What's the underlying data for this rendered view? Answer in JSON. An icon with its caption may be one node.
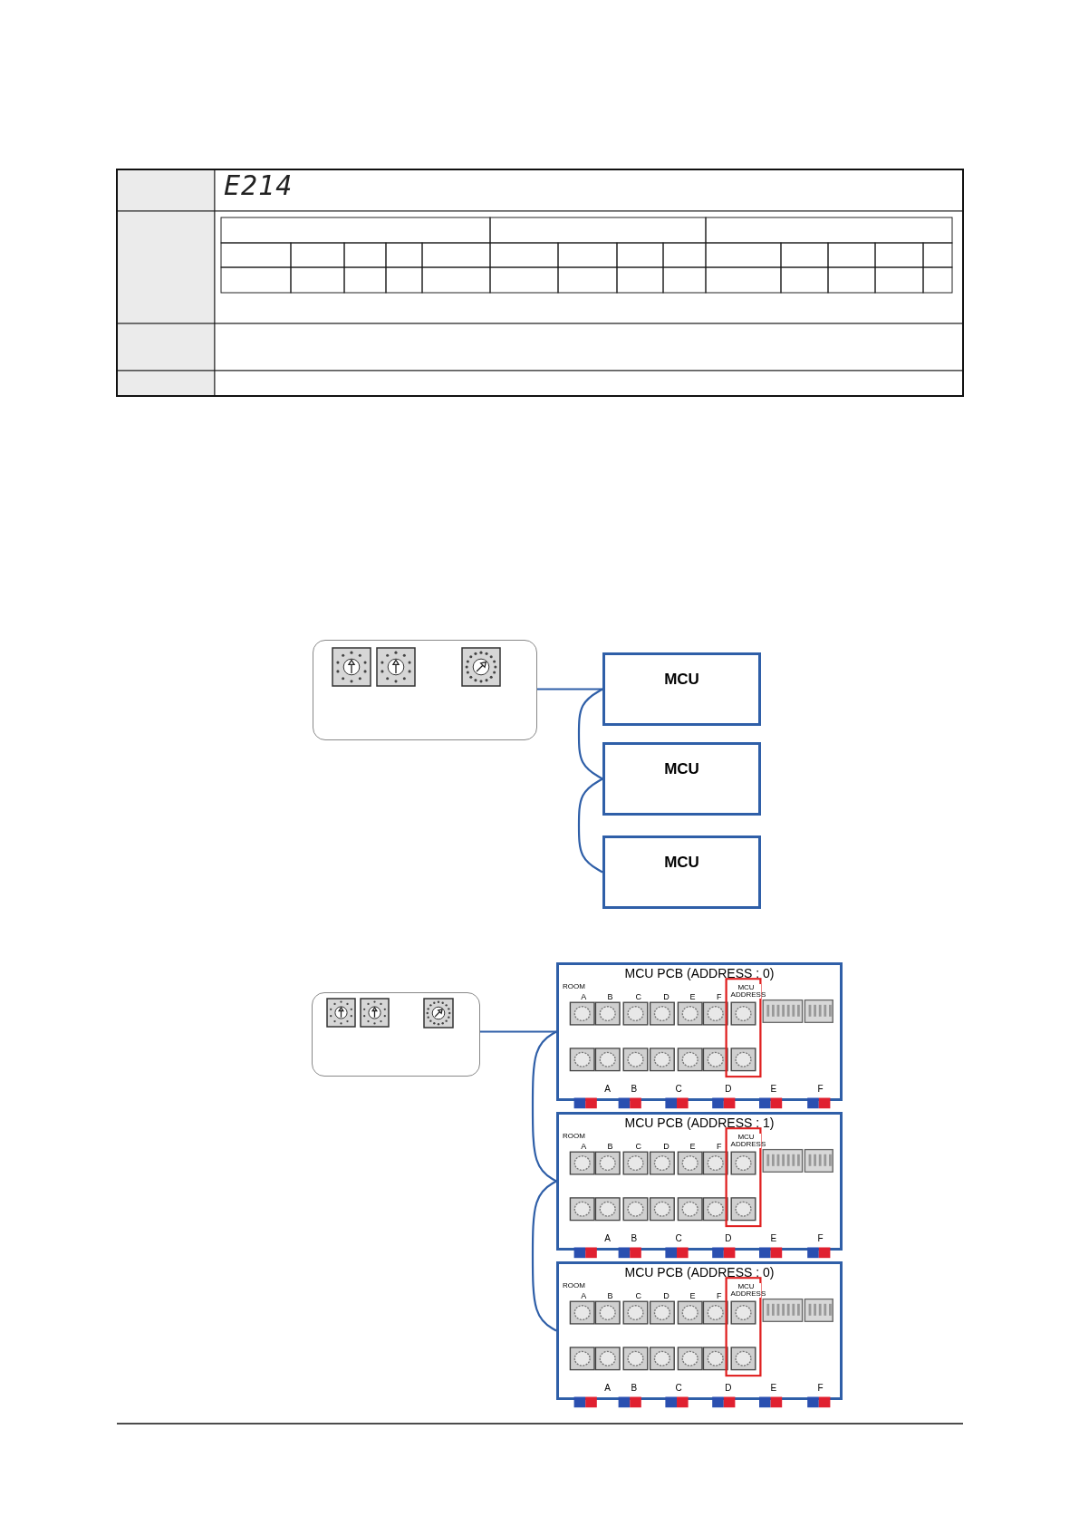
{
  "diagram": {
    "nodes": [
      {
        "text": [],
        "shape": "box"
      },
      {
        "text": [
          "MCU"
        ]
      },
      {
        "text": [
          "MCU"
        ]
      },
      {
        "text": [
          "MCU"
        ]
      },
      {
        "text": [],
        "shape": "box"
      },
      {
        "text": [
          "MCU PCB (ADDRESS : 0)",
          "ROOM",
          "A",
          "B",
          "C",
          "D",
          "E",
          "F",
          "MCU ADDRESS",
          "A",
          "B",
          "C",
          "D",
          "E",
          "F"
        ]
      },
      {
        "text": [
          "MCU PCB (ADDRESS : 1)",
          "ROOM",
          "A",
          "B",
          "C",
          "D",
          "E",
          "F",
          "MCU ADDRESS",
          "A",
          "B",
          "C",
          "D",
          "E",
          "F"
        ]
      },
      {
        "text": [
          "MCU PCB (ADDRESS : 0)",
          "ROOM",
          "A",
          "B",
          "C",
          "D",
          "E",
          "F",
          "MCU ADDRESS",
          "A",
          "B",
          "C",
          "D",
          "E",
          "F"
        ]
      }
    ],
    "edges": [
      {
        "from": 0,
        "to": 1,
        "arrow": "none"
      },
      {
        "from": 1,
        "to": 2,
        "arrow": "none"
      },
      {
        "from": 2,
        "to": 3,
        "arrow": "none"
      },
      {
        "from": 4,
        "to": 5,
        "arrow": "none"
      },
      {
        "from": 5,
        "to": 6,
        "arrow": "none"
      },
      {
        "from": 6,
        "to": 7,
        "arrow": "none"
      }
    ],
    "labels": [
      "E214"
    ]
  }
}
